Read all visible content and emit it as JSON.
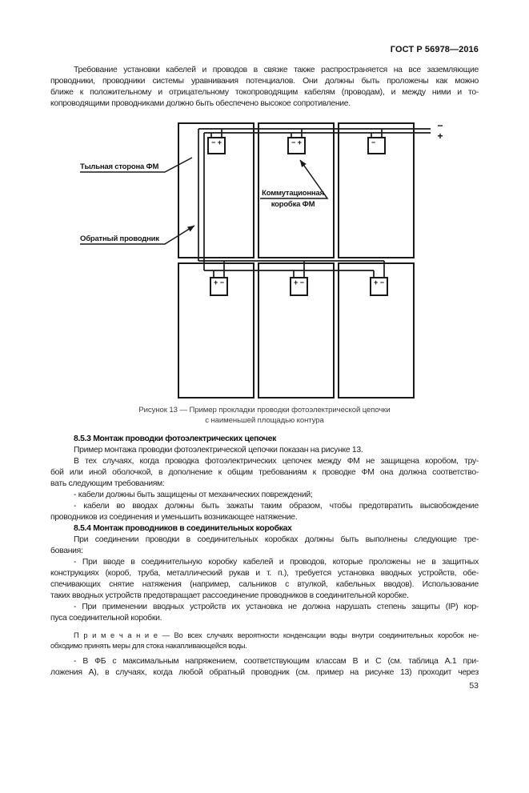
{
  "page": {
    "header": "ГОСТ Р 56978—2016",
    "number": "53"
  },
  "content": {
    "top_blocks": [
      {
        "style": "p",
        "lines": [
          "Требование установки кабелей и проводов в связке также распространяется на все заземляющие",
          "проводники, проводники системы уравнивания потенциалов. Они должны быть проложены как можно",
          "ближе к положительному и отрицательному токопроводящим кабелям (проводам), и между ними и то-",
          "копроводящими проводниками должно быть обеспечено высокое сопротивление."
        ]
      },
      {
        "style": "figure",
        "lines": []
      }
    ],
    "bottom_blocks": [
      {
        "style": "h",
        "lines": [
          "8.5.3 Монтаж проводки фотоэлектрических цепочек"
        ]
      },
      {
        "style": "p",
        "lines": [
          "Пример монтажа проводки фотоэлектрической цепочки показан на рисунке 13."
        ]
      },
      {
        "style": "p",
        "lines": [
          "В тех случаях, когда проводка фотоэлектрических цепочек между ФМ не защищена коробом, тру-",
          "бой или иной оболочкой, в дополнение к общим требованиям к проводке ФМ она должна соответство-",
          "вать следующим требованиям:"
        ]
      },
      {
        "style": "p",
        "lines": [
          "- кабели должны быть защищены от механических повреждений;"
        ]
      },
      {
        "style": "p",
        "lines": [
          "- кабели во вводах должны быть зажаты таким образом, чтобы предотвратить высвобождение",
          "проводников из соединения и уменьшить возникающее натяжение."
        ]
      },
      {
        "style": "h",
        "lines": [
          "8.5.4 Монтаж проводников в соединительных коробках"
        ]
      },
      {
        "style": "p",
        "lines": [
          "При соединении проводки в соединительных коробках должны быть выполнены следующие тре-",
          "бования:"
        ]
      },
      {
        "style": "p",
        "lines": [
          "- При вводе в соединительную коробку кабелей и проводов, которые проложены не в защитных",
          "конструкциях (короб, труба, металлический рукав и т. п.), требуется установка вводных устройств, обе-",
          "спечивающих снятие натяжения (например, сальников с втулкой, кабельных вводов). Использование",
          "таких вводных устройств предотвращает рассоединение проводников в соединительной коробке."
        ]
      },
      {
        "style": "p",
        "lines": [
          "- При применении вводных устройств их установка не должна нарушать степень защиты (IP) кор-",
          "пуса соединительной коробки."
        ]
      },
      {
        "style": "note",
        "lines": [
          "П р и м е ч а н и е  —  Во всех случаях вероятности конденсации воды внутри соединительных коробок не-",
          "обходимо принять меры для стока накапливающейся воды."
        ]
      },
      {
        "style": "p",
        "extra_top": true,
        "last_justified": true,
        "lines": [
          "- В ФБ с максимальным напряжением, соответствующим классам В и С (см. таблица А.1 при-",
          "ложения А), в случаях, когда любой обратный проводник (см. пример на рисунке 13) проходит через"
        ]
      }
    ]
  },
  "figure": {
    "caption": [
      "Рисунок 13 — Пример прокладки проводки фотоэлектрической цепочки",
      "с наименьшей площадью контура"
    ],
    "labels": {
      "back_side": "Тыльная сторона ФМ",
      "return_conductor": "Обратный проводник",
      "junction_box_line1": "Коммутационная",
      "junction_box_line2": "коробка ФМ"
    },
    "terminals": {
      "top_box": "− +",
      "top_box_right": "−",
      "bottom_box": "+ −",
      "output_minus": "−",
      "output_plus": "+"
    },
    "line_color": "#1a1a1a"
  }
}
